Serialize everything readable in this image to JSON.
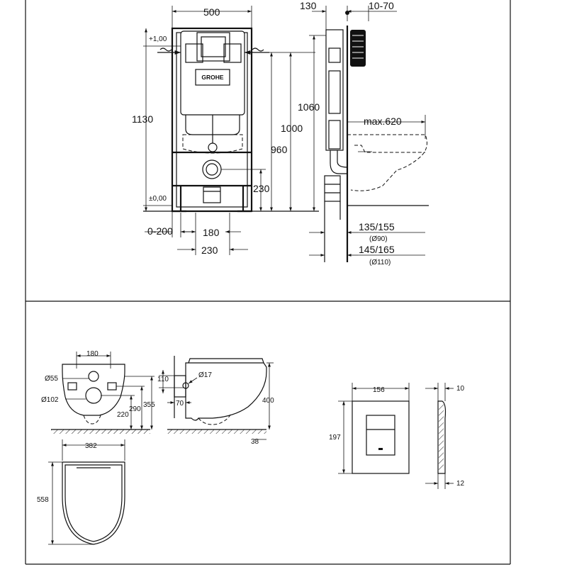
{
  "top": {
    "frame_width": "500",
    "frame_height": "1130",
    "height_1060": "1060",
    "height_1000": "1000",
    "height_960": "960",
    "height_230": "230",
    "level_top": "+1,00",
    "level_floor": "±0,00",
    "range_0_200": "0-200",
    "dim_180": "180",
    "dim_230": "230",
    "depth_130": "130",
    "depth_10_70": "10-70",
    "max_620": "max.620",
    "pipe_135_155": "135/155",
    "pipe_d90": "(Ø90)",
    "pipe_145_165": "145/165",
    "pipe_d110": "(Ø110)",
    "brand": "GROHE"
  },
  "bottom_left": {
    "dim_180": "180",
    "d55": "Ø55",
    "d102": "Ø102",
    "d17": "Ø17",
    "dim_110": "110",
    "dim_70": "70",
    "dim_220": "220",
    "dim_290": "290",
    "dim_355": "355",
    "dim_400": "400",
    "dim_38": "38",
    "dim_382": "382",
    "dim_558": "558"
  },
  "bottom_right": {
    "dim_156": "156",
    "dim_197": "197",
    "dim_10": "10",
    "dim_12": "12"
  }
}
